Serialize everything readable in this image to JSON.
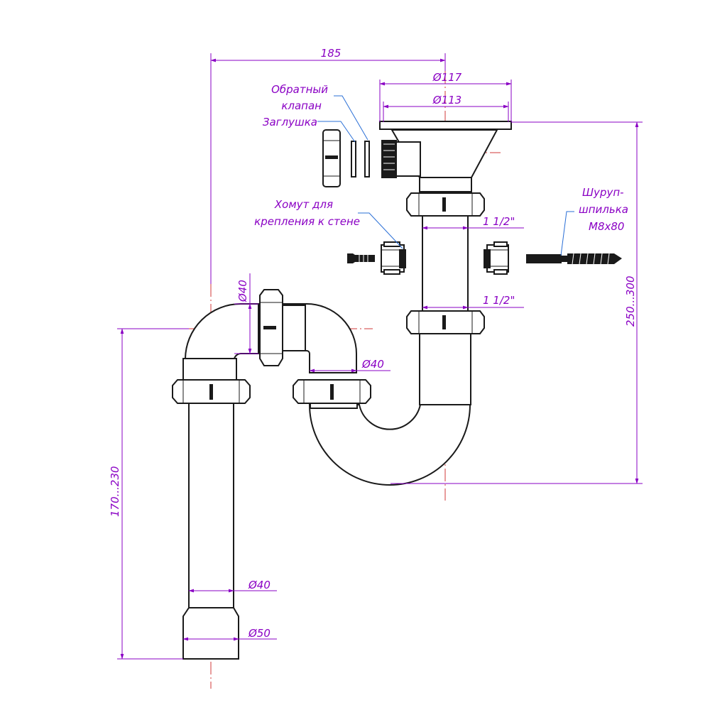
{
  "colors": {
    "dimension": "#8a00c4",
    "leader": "#2a6fd6",
    "axis": "#d23a3a",
    "outline": "#1a1a1a"
  },
  "dimensions": {
    "offset_185": "185",
    "dia_117": "Ø117",
    "dia_113": "Ø113",
    "thread_upper": "1 1/2\"",
    "thread_lower": "1 1/2\"",
    "dia_40_inlet": "Ø40",
    "dia_40_elbow": "Ø40",
    "dia_40_tail": "Ø40",
    "dia_50_tail": "Ø50",
    "height_250_300": "250...300",
    "height_170_230": "170...230"
  },
  "labels": {
    "check_valve": [
      "Обратный",
      "клапан"
    ],
    "plug": "Заглушка",
    "wall_clamp": [
      "Хомут для",
      "крепления к стене"
    ],
    "stud_screw": [
      "Шуруп-",
      "шпилька",
      "М8х80"
    ]
  }
}
